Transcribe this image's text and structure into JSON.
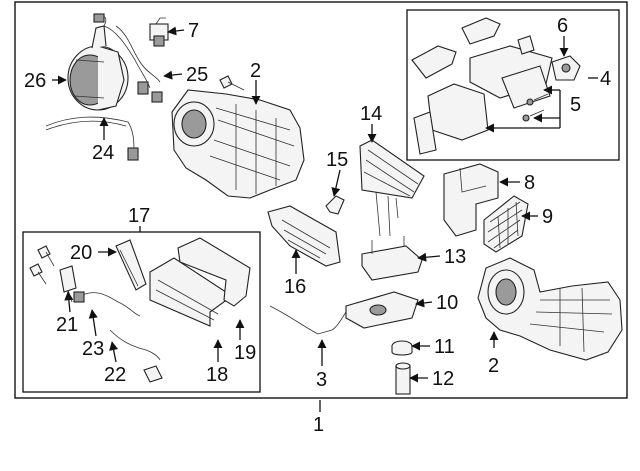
{
  "callouts": {
    "c1": "1",
    "c2a": "2",
    "c2b": "2",
    "c3": "3",
    "c4": "4",
    "c5": "5",
    "c6": "6",
    "c7": "7",
    "c8": "8",
    "c9": "9",
    "c10": "10",
    "c11": "11",
    "c12": "12",
    "c13": "13",
    "c14": "14",
    "c15": "15",
    "c16": "16",
    "c17": "17",
    "c18": "18",
    "c19": "19",
    "c20": "20",
    "c21": "21",
    "c22": "22",
    "c23": "23",
    "c24": "24",
    "c25": "25",
    "c26": "26"
  },
  "colors": {
    "line": "#111111",
    "part_fill": "#f4f4f4",
    "part_dark": "#9a9a9a",
    "background": "#ffffff"
  }
}
